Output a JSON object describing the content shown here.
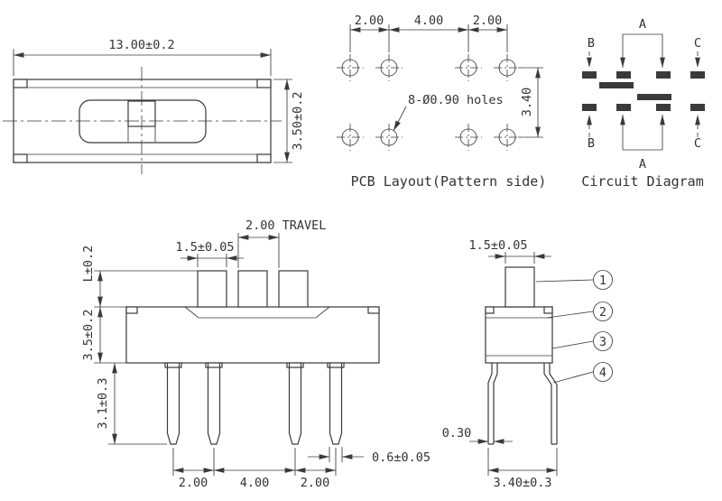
{
  "drawing": {
    "background": "#ffffff",
    "line_color": "#3a3a3a"
  },
  "top_view": {
    "dim_width": "13.00±0.2",
    "dim_height": "3.50±0.2"
  },
  "pcb_layout": {
    "caption": "PCB Layout(Pattern side)",
    "dim_pitch_left": "2.00",
    "dim_pitch_center": "4.00",
    "dim_pitch_right": "2.00",
    "dim_row_spacing": "3.40",
    "holes_note": "8-Ø0.90 holes"
  },
  "circuit_diagram": {
    "caption": "Circuit Diagram",
    "top_labels": {
      "a": "A",
      "b": "B",
      "c": "C"
    },
    "bottom_labels": {
      "a": "A",
      "b": "B",
      "c": "C"
    }
  },
  "front_view": {
    "dim_travel": "2.00 TRAVEL",
    "dim_knob_width": "1.5±0.05",
    "dim_lever_height": "L±0.2",
    "dim_body_height": "3.5±0.2",
    "dim_pin_length": "3.1±0.3",
    "dim_pitch_left": "2.00",
    "dim_pitch_center": "4.00",
    "dim_pitch_right": "2.00",
    "dim_pin_width": "0.6±0.05"
  },
  "side_view": {
    "dim_knob_width": "1.5±0.05",
    "dim_pin_thickness": "0.30",
    "dim_pin_span": "3.40±0.3",
    "callouts": [
      "1",
      "2",
      "3",
      "4"
    ]
  }
}
